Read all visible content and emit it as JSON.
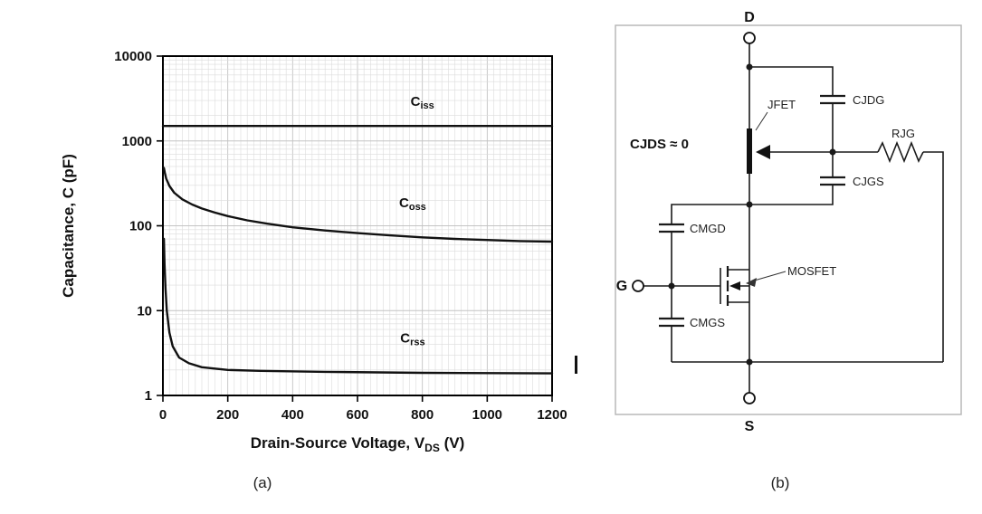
{
  "captions": {
    "a": "(a)",
    "b": "(b)"
  },
  "chart_data": {
    "type": "line",
    "title": "",
    "ylabel": "Capacitance, C (pF)",
    "xlabel": {
      "main": "Drain-Source Voltage, V",
      "sub": "DS",
      "end": " (V)"
    },
    "x_scale": "linear",
    "y_scale": "log",
    "xlim": [
      0,
      1200
    ],
    "ylim": [
      1,
      10000
    ],
    "x_ticks": [
      0,
      200,
      400,
      600,
      800,
      1000,
      1200
    ],
    "y_ticks": [
      1,
      10,
      100,
      1000,
      10000
    ],
    "grid": "fine minor grid on, both axes",
    "grid_minor_step_x": 20,
    "legend": "none (inline curve labels)",
    "series": [
      {
        "name": "Ciss",
        "label": {
          "main": "C",
          "sub": "iss"
        },
        "label_at": [
          800,
          2600
        ],
        "approx_value_pF": 1500,
        "points": [
          [
            0,
            1500
          ],
          [
            1200,
            1500
          ]
        ]
      },
      {
        "name": "Coss",
        "label": {
          "main": "C",
          "sub": "oss"
        },
        "label_at": [
          770,
          165
        ],
        "points": [
          [
            3,
            480
          ],
          [
            6,
            420
          ],
          [
            10,
            360
          ],
          [
            20,
            295
          ],
          [
            35,
            245
          ],
          [
            60,
            205
          ],
          [
            90,
            178
          ],
          [
            120,
            160
          ],
          [
            160,
            143
          ],
          [
            200,
            130
          ],
          [
            260,
            116
          ],
          [
            320,
            106
          ],
          [
            400,
            96
          ],
          [
            500,
            88
          ],
          [
            600,
            82
          ],
          [
            700,
            77
          ],
          [
            800,
            73
          ],
          [
            900,
            70
          ],
          [
            1000,
            68
          ],
          [
            1100,
            66
          ],
          [
            1200,
            65
          ]
        ]
      },
      {
        "name": "Crss",
        "label": {
          "main": "C",
          "sub": "rss"
        },
        "label_at": [
          770,
          4.2
        ],
        "points": [
          [
            3,
            70
          ],
          [
            5,
            35
          ],
          [
            8,
            18
          ],
          [
            12,
            10
          ],
          [
            20,
            5.5
          ],
          [
            30,
            3.8
          ],
          [
            50,
            2.8
          ],
          [
            80,
            2.4
          ],
          [
            120,
            2.15
          ],
          [
            200,
            2.0
          ],
          [
            300,
            1.95
          ],
          [
            500,
            1.9
          ],
          [
            800,
            1.85
          ],
          [
            1200,
            1.82
          ]
        ]
      }
    ]
  },
  "circuit": {
    "terminals": {
      "drain": "D",
      "gate": "G",
      "source": "S"
    },
    "labels": {
      "jfet": "JFET",
      "cjdg": "CJDG",
      "rjg": "RJG",
      "cjgs": "CJGS",
      "cjds": "CJDS ≈ 0",
      "cmgd": "CMGD",
      "mosfet": "MOSFET",
      "cmgs": "CMGS"
    }
  }
}
